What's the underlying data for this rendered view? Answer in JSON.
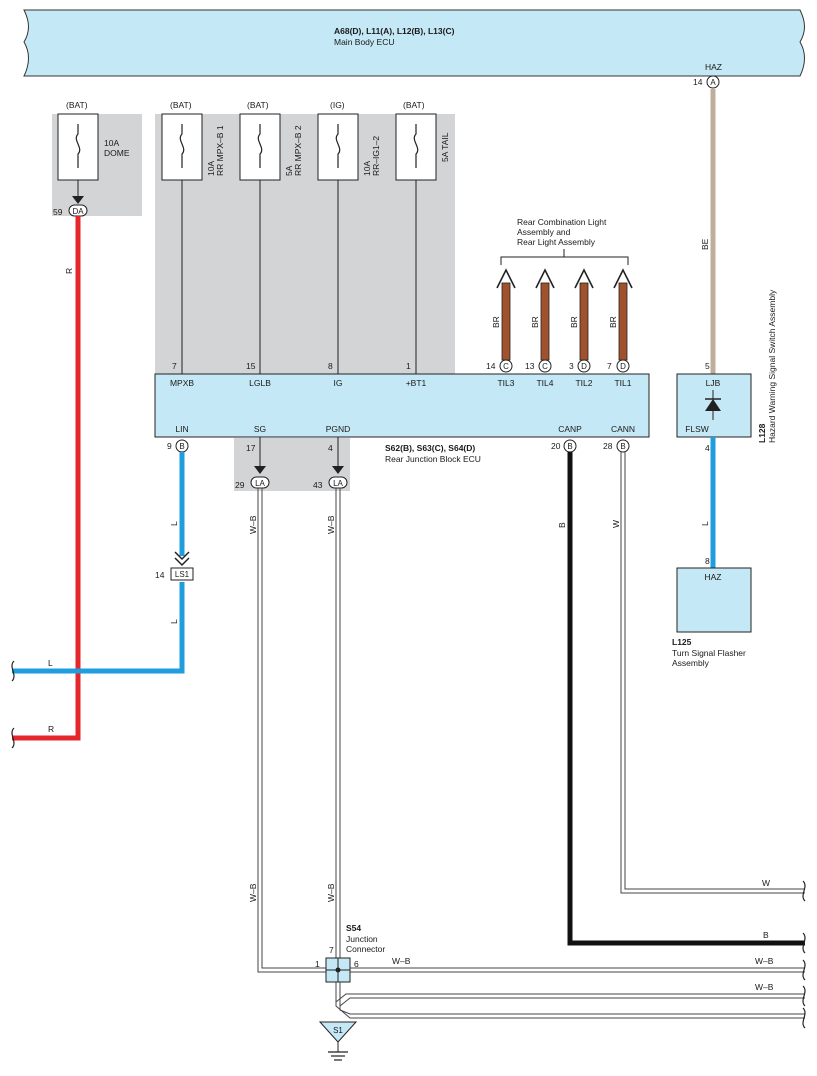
{
  "colors": {
    "ecu_fill": "#c5e8f6",
    "shade": "#d3d4d6",
    "wire_red": "#e5262b",
    "wire_blue": "#1f9ddc",
    "wire_brown": "#a0522d",
    "wire_beige": "#bfae9b",
    "wire_black": "#111111",
    "wire_white_outline": "#555555"
  },
  "main_ecu": {
    "codes": "A68(D), L11(A), L12(B), L13(C)",
    "name": "Main Body ECU",
    "pin_label": "HAZ",
    "pin_num": "14",
    "conn": "A"
  },
  "fuses": [
    {
      "source": "(BAT)",
      "rating": "10A",
      "name": "DOME"
    },
    {
      "source": "(BAT)",
      "rating": "10A",
      "name": "RR MPX–B 1"
    },
    {
      "source": "(BAT)",
      "rating": "5A",
      "name": "RR MPX–B 2"
    },
    {
      "source": "(IG)",
      "rating": "10A",
      "name": "RR–IG1–2"
    },
    {
      "source": "(BAT)",
      "rating": "5A TAIL",
      "name": ""
    }
  ],
  "dome_terminal": {
    "pin": "59",
    "conn": "DA"
  },
  "rjb": {
    "codes": "S62(B), S63(C), S64(D)",
    "name": "Rear Junction Block ECU",
    "top_pins": [
      {
        "num": "7",
        "label": "MPXB",
        "conn": ""
      },
      {
        "num": "15",
        "label": "LGLB",
        "conn": ""
      },
      {
        "num": "8",
        "label": "IG",
        "conn": ""
      },
      {
        "num": "1",
        "label": "+BT1",
        "conn": ""
      },
      {
        "num": "14",
        "label": "TIL3",
        "conn": "C"
      },
      {
        "num": "13",
        "label": "TIL4",
        "conn": "C"
      },
      {
        "num": "3",
        "label": "TIL2",
        "conn": "D"
      },
      {
        "num": "7",
        "label": "TIL1",
        "conn": "D"
      }
    ],
    "bottom_pins": [
      {
        "num": "9",
        "label": "LIN",
        "conn": "B"
      },
      {
        "num": "17",
        "label": "SG",
        "conn": ""
      },
      {
        "num": "4",
        "label": "PGND",
        "conn": ""
      },
      {
        "num": "20",
        "label": "CANP",
        "conn": "B"
      },
      {
        "num": "28",
        "label": "CANN",
        "conn": "B"
      }
    ]
  },
  "rear_lights": {
    "line1": "Rear Combination Light",
    "line2": "Assembly and",
    "line3": "Rear Light Assembly",
    "wire_color": "BR"
  },
  "la_terminals": [
    {
      "pin": "29",
      "conn": "LA"
    },
    {
      "pin": "43",
      "conn": "LA"
    }
  ],
  "ls1": {
    "pin": "14",
    "label": "LS1"
  },
  "hazard_switch": {
    "code": "L128",
    "name": "Hazard Warning Signal Switch Assembly",
    "top_pin": "5",
    "top_label": "LJB",
    "bottom_pin": "4",
    "bottom_label": "FLSW"
  },
  "flasher": {
    "code": "L125",
    "line1": "Turn Signal Flasher",
    "line2": "Assembly",
    "pin": "8",
    "label": "HAZ"
  },
  "junction": {
    "code": "S54",
    "line1": "Junction",
    "line2": "Connector",
    "pin_top": "7",
    "pin_left": "1",
    "pin_right": "6"
  },
  "ground": {
    "label": "S1"
  },
  "wire_labels": {
    "red": "R",
    "blue": "L",
    "beige": "BE",
    "black": "B",
    "white": "W",
    "wb": "W–B"
  }
}
